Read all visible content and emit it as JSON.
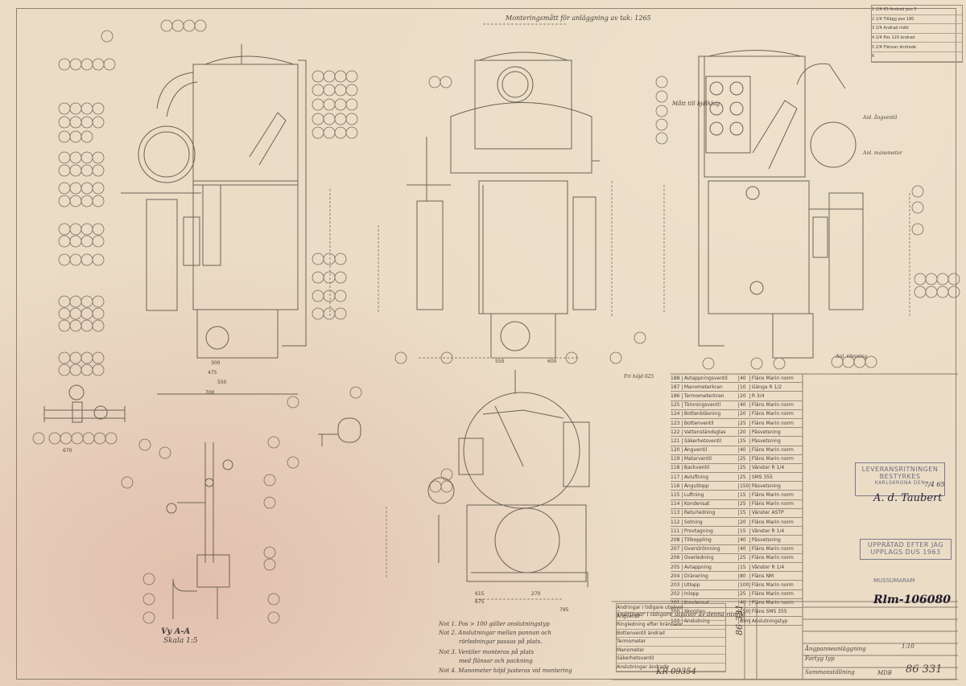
{
  "notes": {
    "top_note": "Monteringsmått för anläggning av tak: 1265",
    "header": "Ändringar i tidigare utgåvor av denna ritning",
    "n1": "Not 1. Pos > 100 gäller anslutningstyp",
    "n2": "Not 2. Anslutningar mellan pannan och",
    "n2b": "rörledningar passas på plats.",
    "n3": "Not 3. Ventiler monteras på plats",
    "n3b": "med flänsar och packning",
    "n4": "Not 4. Manometer höjd justeras vid montering"
  },
  "labels": {
    "section_view": "Vy A-A",
    "section_scale": "Skala 1:5"
  },
  "callouts": {
    "left_note": "Mått till bjälklag",
    "right_top": "Anl. ångventil",
    "right_mid": "Anl. manometer",
    "right_bottom": "Anl. tömning",
    "bottom_mid": "Fri höjd 625"
  },
  "dims": {
    "d1": "300",
    "d2": "475",
    "d3": "550",
    "d4": "700",
    "d5": "550",
    "d6": "600",
    "d7": "615",
    "d8": "675",
    "d9": "270",
    "d10": "795",
    "d11": "670"
  },
  "parts": [
    {
      "no": "188",
      "desc": "Avtappningsventil",
      "qty": "40",
      "mat": "Fläns Marin norm"
    },
    {
      "no": "187",
      "desc": "Manometerkran",
      "qty": "10",
      "mat": "Gänga R 1/2"
    },
    {
      "no": "186",
      "desc": "Termometerkran",
      "qty": "20",
      "mat": "R 3/4"
    },
    {
      "no": "125",
      "desc": "Tömningsventil",
      "qty": "40",
      "mat": "Fläns Marin norm"
    },
    {
      "no": "124",
      "desc": "Bottenblåsning",
      "qty": "20",
      "mat": "Fläns Marin norm"
    },
    {
      "no": "123",
      "desc": "Bottenventil",
      "qty": "25",
      "mat": "Fläns Marin norm"
    },
    {
      "no": "122",
      "desc": "Vattenståndsglas",
      "qty": "20",
      "mat": "Påsvetsning"
    },
    {
      "no": "121",
      "desc": "Säkerhetsventil",
      "qty": "25",
      "mat": "Påsvetsning"
    },
    {
      "no": "120",
      "desc": "Ångventil",
      "qty": "40",
      "mat": "Fläns Marin norm"
    },
    {
      "no": "119",
      "desc": "Matarventil",
      "qty": "25",
      "mat": "Fläns Marin norm"
    },
    {
      "no": "118",
      "desc": "Backventil",
      "qty": "25",
      "mat": "Vänster R 1/4"
    },
    {
      "no": "117",
      "desc": "Avluftning",
      "qty": "25",
      "mat": "SMS 355"
    },
    {
      "no": "116",
      "desc": "Ångutlopp",
      "qty": "150",
      "mat": "Påsvetsning"
    },
    {
      "no": "115",
      "desc": "Luftning",
      "qty": "15",
      "mat": "Fläns Marin norm"
    },
    {
      "no": "114",
      "desc": "Kondensat",
      "qty": "25",
      "mat": "Fläns Marin norm"
    },
    {
      "no": "113",
      "desc": "Returledning",
      "qty": "15",
      "mat": "Vänster ASTP"
    },
    {
      "no": "112",
      "desc": "Sotning",
      "qty": "20",
      "mat": "Fläns Marin norm"
    },
    {
      "no": "111",
      "desc": "Provtagning",
      "qty": "15",
      "mat": "Vänster R 1/4"
    },
    {
      "no": "208",
      "desc": "Tillkoppling",
      "qty": "40",
      "mat": "Påsvetsning"
    },
    {
      "no": "207",
      "desc": "Överströmning",
      "qty": "40",
      "mat": "Fläns Marin norm"
    },
    {
      "no": "206",
      "desc": "Överledning",
      "qty": "25",
      "mat": "Fläns Marin norm"
    },
    {
      "no": "205",
      "desc": "Avtappning",
      "qty": "15",
      "mat": "Vänster R 1/4"
    },
    {
      "no": "204",
      "desc": "Dränering",
      "qty": "80",
      "mat": "Fläns NM"
    },
    {
      "no": "203",
      "desc": "Utlopp",
      "qty": "100",
      "mat": "Fläns Marin norm"
    },
    {
      "no": "202",
      "desc": "Inlopp",
      "qty": "25",
      "mat": "Fläns Marin norm"
    },
    {
      "no": "201",
      "desc": "Kondensat",
      "qty": "40",
      "mat": "Fläns Marin norm"
    },
    {
      "no": "200",
      "desc": "Skorsten",
      "qty": "150",
      "mat": "Fläns SMS 355"
    },
    {
      "no": "100",
      "desc": "Anslutning",
      "qty": "Dim",
      "mat": "Anslutningstyp"
    }
  ],
  "revisions": [
    "1 2/4 65 Ändrad pos 5",
    "2 2/4 Tillägg pos 180",
    "3 2/4 Ändrad mått",
    "4 2/4 Pos 120 ändrad",
    "5 2/4 Flänsar ändrade",
    "6"
  ],
  "changes": [
    "Ändringar i tidigare utgåvor",
    "Ångventil",
    "Ringledning efter brännare",
    "Bottenventil ändrad",
    "Termometer",
    "Manometer",
    "Säkerhetsventil",
    "Anslutningar ändrade"
  ],
  "stamps": {
    "delivery_line1": "LEVERANSRITNINGEN",
    "delivery_line2": "BESTYRKES",
    "delivery_place": "KARLSKRONA DEN",
    "delivery_date": "7/4 65",
    "signature": "A. d. Taubert",
    "copy_line1": "UPPRÄTAD EFTER JAG",
    "copy_line2": "UPPLAGS DUS 1963"
  },
  "title_block": {
    "company": "MUSSUMARAM",
    "doc_stamp": "Rlm-106080",
    "title": "Ångpanneanläggning",
    "subtitle": "Fartyg typ",
    "assembly": "Sammanställning",
    "drawing_no": "86 331",
    "code": "MDB",
    "side_no": "86 331",
    "ref_no": "KR 09354",
    "scale": "1:10"
  }
}
